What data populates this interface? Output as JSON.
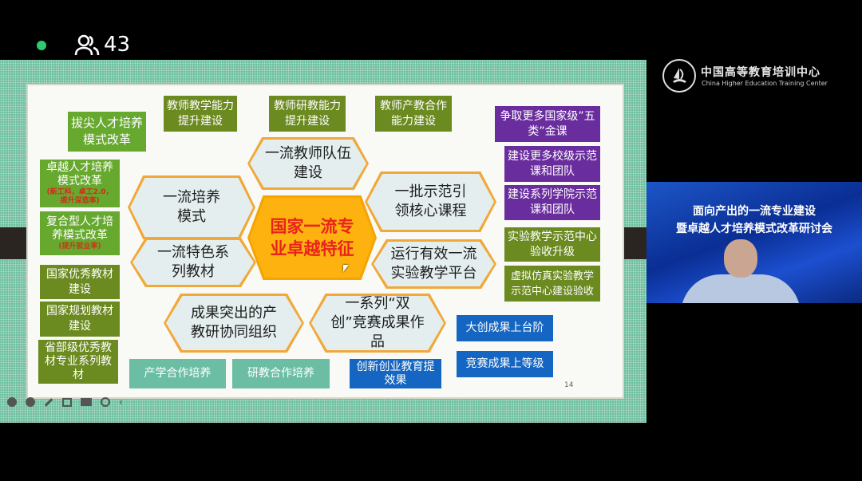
{
  "top_bar": {
    "status_dot_color": "#2ecc71",
    "participants_icon": "people-icon",
    "participant_count": "43"
  },
  "slide": {
    "page_number": "14",
    "core": "国家一流专业卓越特征",
    "hexes": [
      "一流教师队伍建设",
      "一流培养模式",
      "一批示范引领核心课程",
      "一流特色系列教材",
      "运行有效一流实验教学平台",
      "成果突出的产教研协同组织",
      "一系列“双创”竞赛成果作品"
    ],
    "callouts": {
      "teacher": [
        "教师教学能力提升建设",
        "教师研教能力提升建设",
        "教师产教合作能力建设"
      ],
      "training": [
        {
          "text": "拔尖人才培养模式改革"
        },
        {
          "text": "卓越人才培养模式改革",
          "note": "(新工科，卓工2.0，提升深造率)"
        },
        {
          "text": "复合型人才培养模式改革",
          "note": "(提升就业率)"
        }
      ],
      "textbooks": [
        "国家优秀教材建设",
        "国家规划教材建设",
        "省部级优秀教材专业系列教材"
      ],
      "courses": [
        "争取更多国家级”五类”金课",
        "建设更多校级示范课和团队",
        "建设系列学院示范课和团队"
      ],
      "labs": [
        "实验教学示范中心验收升级",
        "虚拟仿真实验教学示范中心建设验收"
      ],
      "innovation": [
        "大创成果上台阶",
        "竞赛成果上等级",
        "创新创业教育提效果"
      ],
      "cooperation": [
        "产学合作培养",
        "研教合作培养"
      ]
    },
    "colors": {
      "olive": "#6b8a1f",
      "green": "#67a92f",
      "purple": "#6a2d9e",
      "blue": "#1466c2",
      "teal": "#6bbea3",
      "hex_border": "#f1a83a"
    }
  },
  "toolbar": {
    "icons": [
      "record-icon",
      "pen-icon",
      "pencil-icon",
      "fullscreen-icon",
      "layout-icon",
      "globe-icon",
      "collapse-icon"
    ]
  },
  "side_panel": {
    "logo_title": "中国高等教育培训中心",
    "logo_subtitle": "China Higher Education Training Center",
    "video_banner": [
      "面向产出的一流专业建设",
      "暨卓越人才培养模式改革研讨会"
    ]
  }
}
